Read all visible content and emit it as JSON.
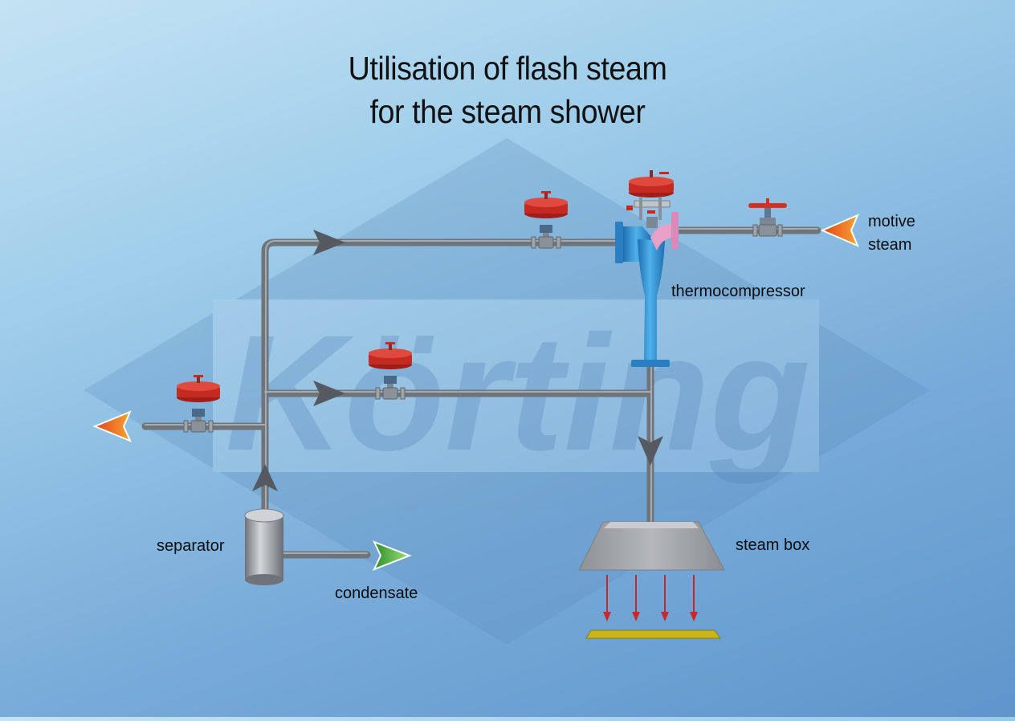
{
  "title": {
    "line1": "Utilisation of flash steam",
    "line2": "for the steam shower"
  },
  "watermark": {
    "text": "Körting"
  },
  "labels": {
    "motive_steam": [
      "motive",
      "steam"
    ],
    "thermocompressor": "thermocompressor",
    "separator": "separator",
    "condensate": "condensate",
    "steam_box": "steam box"
  },
  "colors": {
    "pipe": "#7a7f86",
    "valve_actuator": "#c52a22",
    "thermocompressor": "#2f8fd0",
    "motive_nozzle": "#e8a0c8",
    "arrow_out": "#e8551c",
    "arrow_condensate": "#4aa82e",
    "steam_drops": "#c8282c",
    "web": "#c8b01a"
  }
}
